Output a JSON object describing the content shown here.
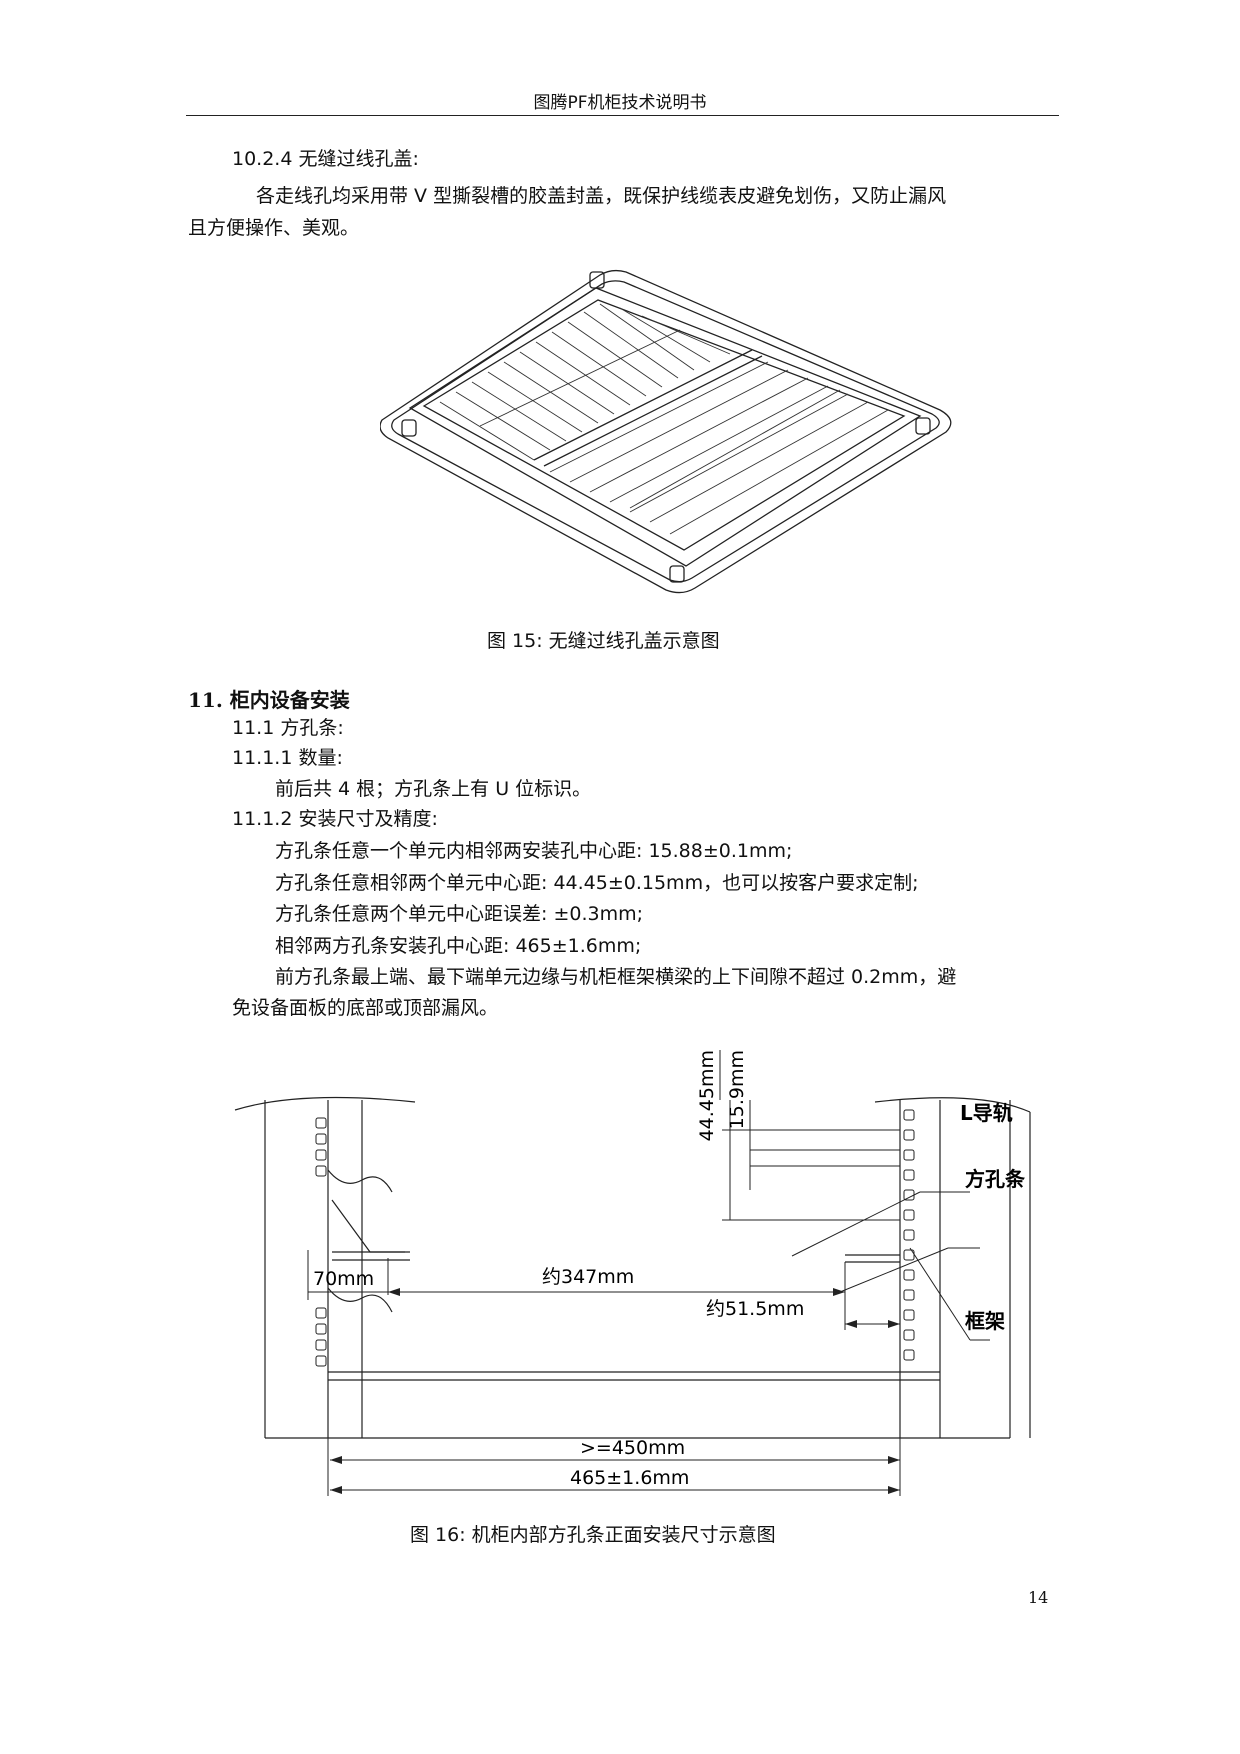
{
  "header": {
    "title": "图腾PF机柜技术说明书"
  },
  "section_10_2_4": {
    "heading": "10.2.4  无缝过线孔盖:",
    "body_line1": "各走线孔均采用带 V 型撕裂槽的胶盖封盖，既保护线缆表皮避免划伤，又防止漏风",
    "body_line2": "且方便操作、美观。"
  },
  "figure15": {
    "caption": "图 15:  无缝过线孔盖示意图"
  },
  "section_11": {
    "heading": "11.  柜内设备安装",
    "sub_1": "11.1 方孔条:",
    "sub_1_1": "11.1.1 数量:",
    "sub_1_1_text": "前后共 4 根；方孔条上有 U 位标识。",
    "sub_1_2": "11.1.2  安装尺寸及精度:",
    "lines": [
      "方孔条任意一个单元内相邻两安装孔中心距:  15.88±0.1mm;",
      "方孔条任意相邻两个单元中心距:  44.45±0.15mm，也可以按客户要求定制;",
      "方孔条任意两个单元中心距误差:  ±0.3mm;",
      "相邻两方孔条安装孔中心距:  465±1.6mm;",
      "前方孔条最上端、最下端单元边缘与机柜框架横梁的上下间隙不超过 0.2mm，避",
      "免设备面板的底部或顶部漏风。"
    ]
  },
  "figure16": {
    "caption": "图 16:  机柜内部方孔条正面安装尺寸示意图",
    "labels": {
      "dim_44_45": "44.45mm",
      "dim_15_9": "15.9mm",
      "l_rail": "L导轨",
      "square_hole_bar": "方孔条",
      "frame": "框架",
      "dim_70": "70mm",
      "dim_347": "约347mm",
      "dim_51_5": "约51.5mm",
      "dim_450": ">=450mm",
      "dim_465": "465±1.6mm"
    }
  },
  "footer": {
    "page_number": "14"
  }
}
